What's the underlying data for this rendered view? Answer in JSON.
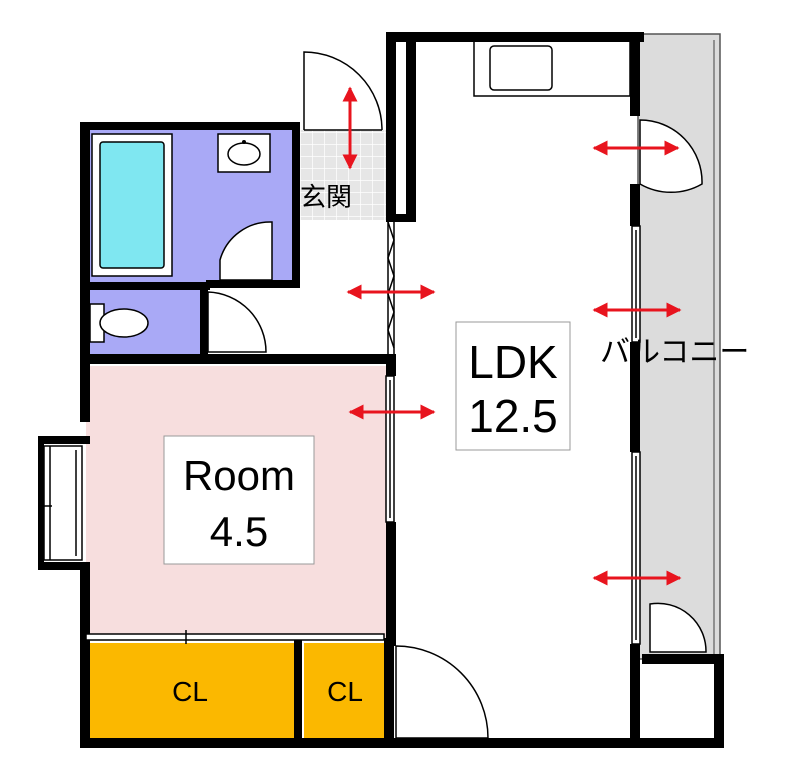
{
  "floorplan": {
    "rooms": {
      "ldk": {
        "name": "LDK",
        "size": "12.5"
      },
      "room": {
        "name": "Room",
        "size": "4.5"
      },
      "closet_left": {
        "name": "CL"
      },
      "closet_right": {
        "name": "CL"
      },
      "entrance": {
        "name": "玄関"
      },
      "balcony": {
        "name": "バルコニー"
      }
    },
    "colors": {
      "wall": "#000000",
      "room_fill": "#f7dede",
      "closet_fill": "#fbb800",
      "wet_area_fill": "#a9a9f6",
      "bathtub_fill": "#7fe7f1",
      "balcony_fill": "#dcdcdc",
      "entrance_tile": "#e6e6e6",
      "arrow": "#e8141e"
    }
  }
}
